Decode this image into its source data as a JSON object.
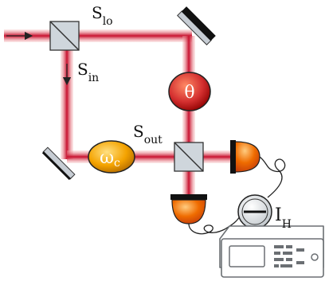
{
  "labels": {
    "s_lo": {
      "main": "S",
      "sub": "lo"
    },
    "s_in": {
      "main": "S",
      "sub": "in"
    },
    "s_out": {
      "main": "S",
      "sub": "out"
    },
    "i_h": {
      "main": "I",
      "sub": "H"
    }
  },
  "elements": {
    "phase_shifter": {
      "symbol": "θ"
    },
    "cavity": {
      "main": "ω",
      "sub": "c"
    }
  },
  "colors": {
    "beam_core": "#c8102e",
    "beam_glow": "#e57373",
    "phase_fill": "#d32f2f",
    "cavity_fill": "#f4a300",
    "detector_fill": "#e65100",
    "mirror_dark": "#111111",
    "mirror_face": "#c7cdd4",
    "splitter_fill": "#cfd6dc",
    "instrument_stroke": "#6b6f73"
  }
}
